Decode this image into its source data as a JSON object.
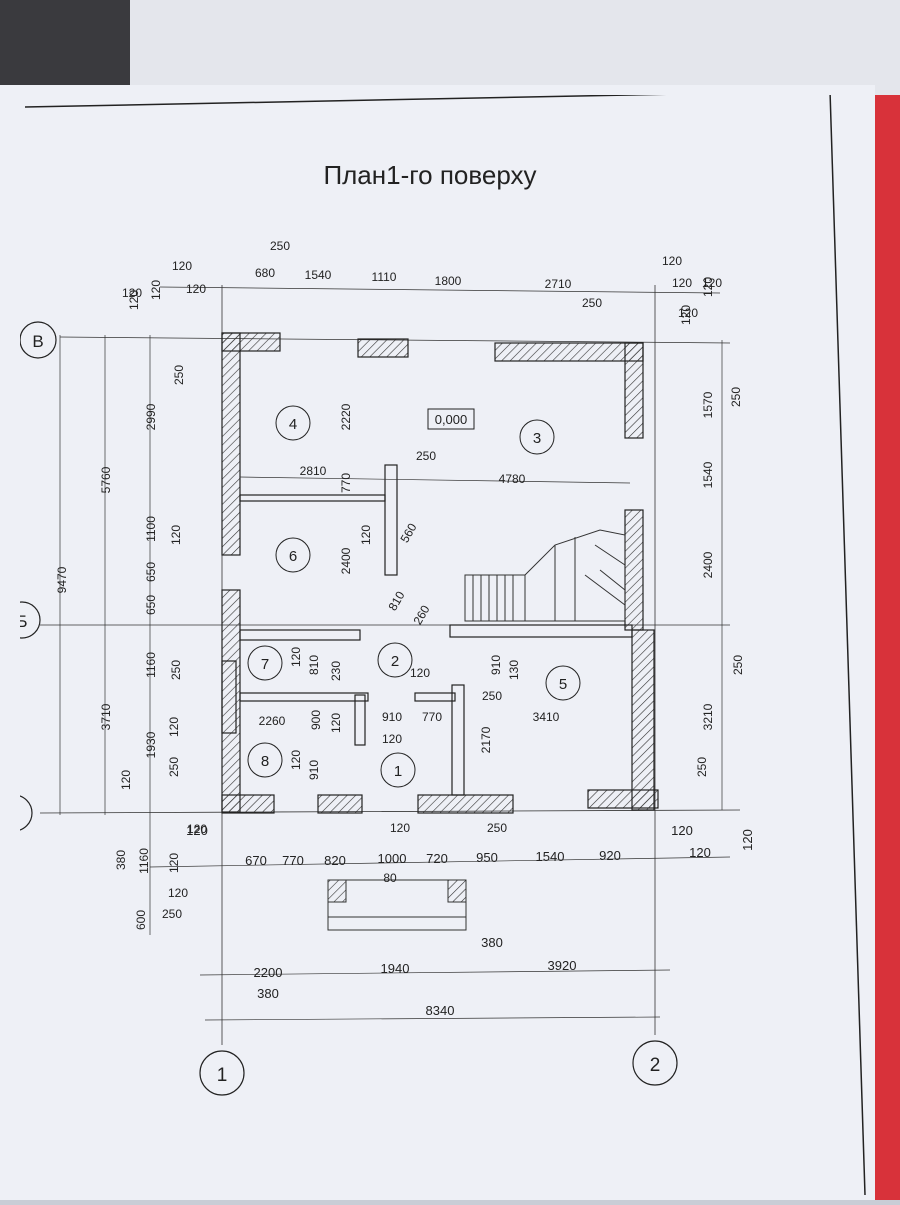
{
  "title": "План1-го поверху",
  "level_mark": "0,000",
  "axes": {
    "vertical": [
      "1",
      "2"
    ],
    "horizontal": [
      "В",
      "Б",
      "А"
    ]
  },
  "rooms": [
    "1",
    "2",
    "3",
    "4",
    "5",
    "6",
    "7",
    "8"
  ],
  "dims_top": [
    "250",
    "120",
    "120",
    "680",
    "1540",
    "1110",
    "1800",
    "2710",
    "120",
    "120",
    "120",
    "250",
    "120",
    "120"
  ],
  "dims_bottom_row1": [
    "120",
    "670",
    "770",
    "820",
    "1000",
    "720",
    "950",
    "1540",
    "920",
    "120",
    "120",
    "120"
  ],
  "dims_bottom_row2": [
    "2200",
    "1940",
    "3920",
    "380",
    "380"
  ],
  "dims_bottom_total": "8340",
  "dims_left_outer": [
    "9470",
    "5760",
    "3710"
  ],
  "dims_left_inner": [
    "2990",
    "1100",
    "650",
    "650",
    "1160",
    "1930",
    "120",
    "380",
    "1160",
    "600"
  ],
  "dims_left_small": [
    "120",
    "120",
    "250",
    "120",
    "250",
    "120",
    "250",
    "120",
    "120",
    "120",
    "250"
  ],
  "dims_right": [
    "1570",
    "1540",
    "2400",
    "3210",
    "250",
    "250",
    "250",
    "120",
    "120"
  ],
  "dims_interior": [
    "2810",
    "4780",
    "2220",
    "770",
    "250",
    "2400",
    "120",
    "560",
    "810",
    "260",
    "120",
    "810",
    "230",
    "120",
    "910",
    "130",
    "250",
    "2260",
    "900",
    "120",
    "910",
    "770",
    "120",
    "3410",
    "2170",
    "120",
    "910",
    "120",
    "250",
    "80"
  ]
}
